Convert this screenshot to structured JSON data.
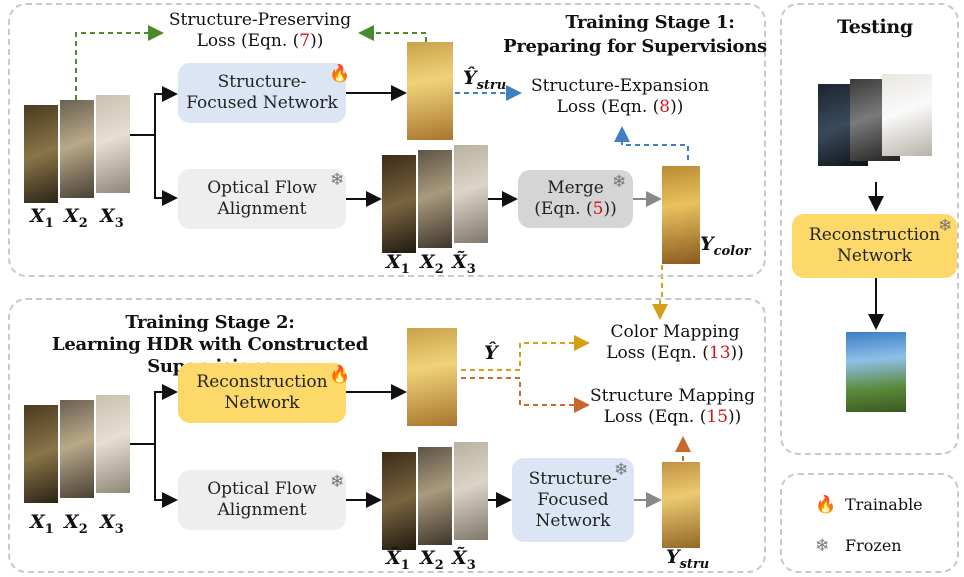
{
  "stage1": {
    "title_line1": "Training Stage 1:",
    "title_line2": "Preparing for Supervisions",
    "loss_preserve_line1": "Structure-Preserving",
    "loss_preserve_prefix": "Loss (Eqn. (",
    "loss_preserve_ref": "7",
    "loss_preserve_suffix": "))",
    "loss_expand_line1": "Structure-Expansion",
    "loss_expand_prefix": "Loss (Eqn. (",
    "loss_expand_ref": "8",
    "loss_expand_suffix": "))",
    "sfn_label": "Structure-\nFocused Network",
    "flow_label": "Optical Flow\nAlignment",
    "merge_line1": "Merge",
    "merge_prefix": "(Eqn. (",
    "merge_ref": "5",
    "merge_suffix": "))",
    "y_stru_hat": "Ŷ",
    "y_stru_hat_sub": "stru",
    "y_color": "Y",
    "y_color_sub": "color"
  },
  "stage2": {
    "title_line1": "Training Stage 2:",
    "title_line2": "Learning HDR with Constructed Supervisions",
    "recon_label": "Reconstruction\nNetwork",
    "flow_label": "Optical Flow\nAlignment",
    "sfn_label": "Structure-\nFocused\nNetwork",
    "y_hat": "Ŷ",
    "y_stru": "Y",
    "y_stru_sub": "stru",
    "color_loss_line1": "Color Mapping",
    "color_loss_prefix": "Loss (Eqn. (",
    "color_loss_ref": "13",
    "color_loss_suffix": "))",
    "struct_loss_line1": "Structure Mapping",
    "struct_loss_prefix": "Loss (Eqn. (",
    "struct_loss_ref": "15",
    "struct_loss_suffix": "))"
  },
  "inputs": {
    "x1": "X",
    "x1_sub": "1",
    "x2": "X",
    "x2_sub": "2",
    "x3": "X",
    "x3_sub": "3",
    "xt1": "X̃",
    "xt1_sub": "1",
    "xt2": "X",
    "xt2_sub": "2",
    "xt3": "X̃",
    "xt3_sub": "3"
  },
  "testing": {
    "title": "Testing",
    "recon_label": "Reconstruction\nNetwork"
  },
  "legend": {
    "trainable": "Trainable",
    "frozen": "Frozen"
  },
  "icons": {
    "trainable": "flame-icon",
    "frozen": "snowflake-icon"
  },
  "colors": {
    "green_arrow": "#4a8a2a",
    "blue_arrow": "#3f7fc4",
    "gold_arrow": "#d4a017",
    "orange_arrow": "#c8682a",
    "equation_ref": "#d0161c",
    "sfn_box": "#dbe5f3",
    "recon_box": "#fdd96a",
    "flow_box": "#eeeeee",
    "merge_box": "#d5d5d5"
  }
}
